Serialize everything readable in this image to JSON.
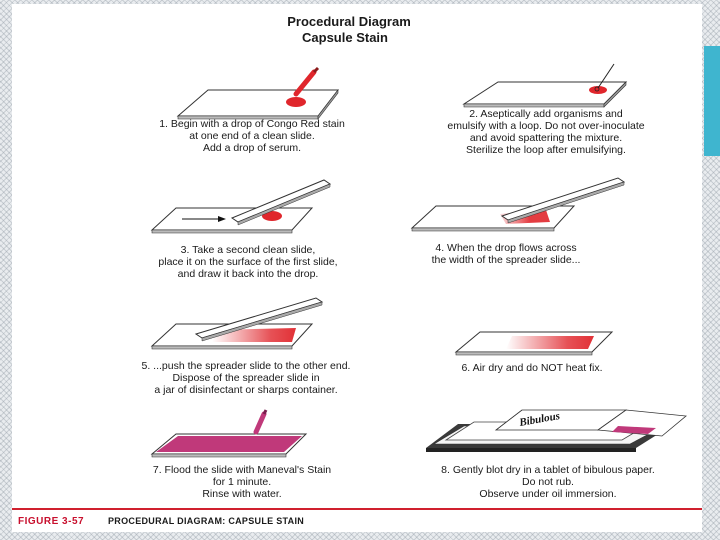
{
  "title": [
    "Procedural Diagram",
    "Capsule Stain"
  ],
  "steps": [
    {
      "lines": [
        "1.  Begin with a drop of Congo Red stain",
        "at one end of a clean slide.",
        "Add a drop of serum."
      ]
    },
    {
      "lines": [
        "2. Aseptically add organisms and",
        "emulsify with a loop. Do not over-inoculate",
        "and avoid spattering the mixture.",
        "Sterilize the loop after emulsifying."
      ]
    },
    {
      "lines": [
        "3. Take a second clean slide,",
        "place it on the surface of the first slide,",
        "and draw it back into the drop."
      ]
    },
    {
      "lines": [
        "4. When the drop flows across",
        "the width of the spreader slide..."
      ]
    },
    {
      "lines": [
        "5. ...push the spreader slide to the other end.",
        "Dispose of the spreader slide in",
        "a jar of disinfectant or sharps container."
      ]
    },
    {
      "lines": [
        "6. Air dry and do NOT heat fix."
      ]
    },
    {
      "lines": [
        "7. Flood the slide with Maneval's Stain",
        "for 1 minute.",
        "Rinse with water."
      ]
    },
    {
      "lines": [
        "8. Gently blot dry in a tablet of bibulous paper.",
        "Do not rub.",
        "Observe under oil immersion."
      ]
    }
  ],
  "bibulous_label": "Bibulous",
  "caption": {
    "figure": "FIGURE 3-57",
    "text": "PROCEDURAL DIAGRAM: CAPSULE STAIN"
  },
  "colors": {
    "stain_red": "#e0262c",
    "maneval": "#c0397a",
    "accent": "#3fb5cf",
    "caption_red": "#c8102e"
  }
}
